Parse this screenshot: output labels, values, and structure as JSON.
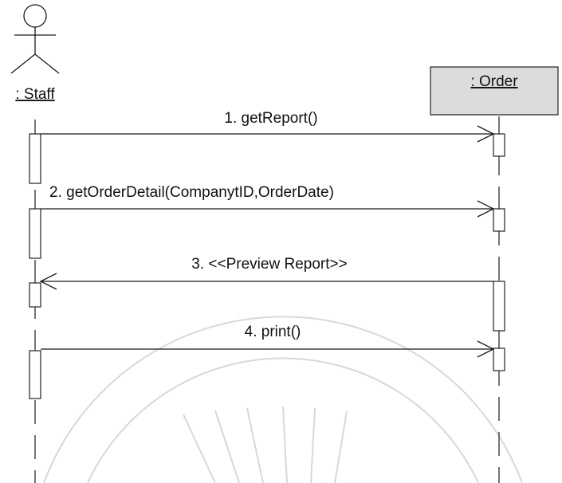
{
  "participants": {
    "staff": {
      "label": ": Staff",
      "kind": "actor"
    },
    "order": {
      "label": ": Order",
      "kind": "object",
      "fill_color": "#dcdcdc"
    }
  },
  "messages": [
    {
      "label": "1. getReport()",
      "from": "staff",
      "to": "order",
      "type": "call"
    },
    {
      "label": "2. getOrderDetail(CompanytID,OrderDate)",
      "from": "staff",
      "to": "order",
      "type": "call"
    },
    {
      "label": "3. <<Preview Report>>",
      "from": "order",
      "to": "staff",
      "type": "return"
    },
    {
      "label": "4. print()",
      "from": "staff",
      "to": "order",
      "type": "call"
    }
  ],
  "colors": {
    "line": "#1a1a1a",
    "object_box": "#dcdcdc",
    "watermark": "#d8d8d8"
  }
}
